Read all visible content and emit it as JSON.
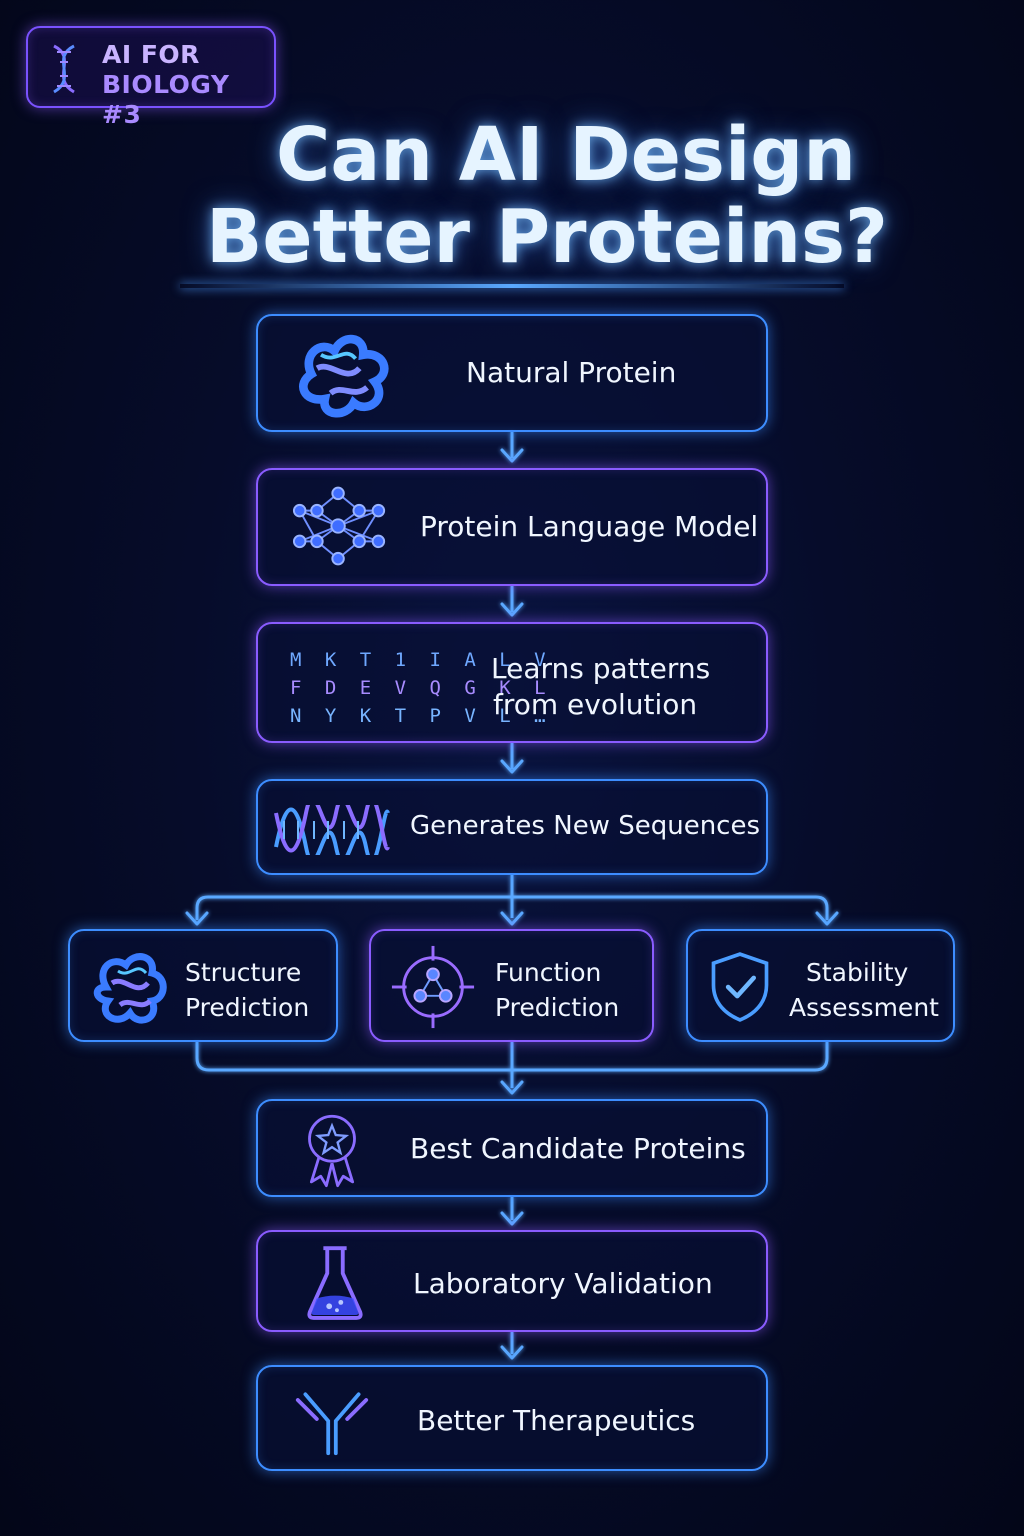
{
  "badge": {
    "line1": "AI FOR",
    "line2": "BIOLOGY #3",
    "icon": "dna-icon"
  },
  "title": {
    "line1": "Can AI Design",
    "line2": "Better Proteins?"
  },
  "steps": {
    "natural_protein": {
      "label": "Natural Protein",
      "icon": "protein-ribbon-icon"
    },
    "language_model": {
      "label": "Protein Language Model",
      "icon": "neural-network-icon"
    },
    "learns": {
      "line1": "Learns patterns",
      "line2": "from evolution",
      "sequence": [
        "M K T 1 I A L V",
        "F D E V Q G K L",
        "N Y K T P V L …"
      ]
    },
    "generates": {
      "label": "Generates New Sequences",
      "icon": "dna-helix-icon"
    },
    "structure": {
      "line1": "Structure",
      "line2": "Prediction",
      "icon": "protein-structure-icon"
    },
    "function": {
      "line1": "Function",
      "line2": "Prediction",
      "icon": "target-network-icon"
    },
    "stability": {
      "line1": "Stability",
      "line2": "Assessment",
      "icon": "shield-check-icon"
    },
    "best": {
      "label": "Best Candidate Proteins",
      "icon": "award-ribbon-icon"
    },
    "lab": {
      "label": "Laboratory Validation",
      "icon": "flask-icon"
    },
    "therapeutics": {
      "label": "Better Therapeutics",
      "icon": "antibody-icon"
    }
  },
  "colors": {
    "blue": "#3d8dff",
    "purple": "#8a5cff",
    "background": "#060c2a"
  }
}
